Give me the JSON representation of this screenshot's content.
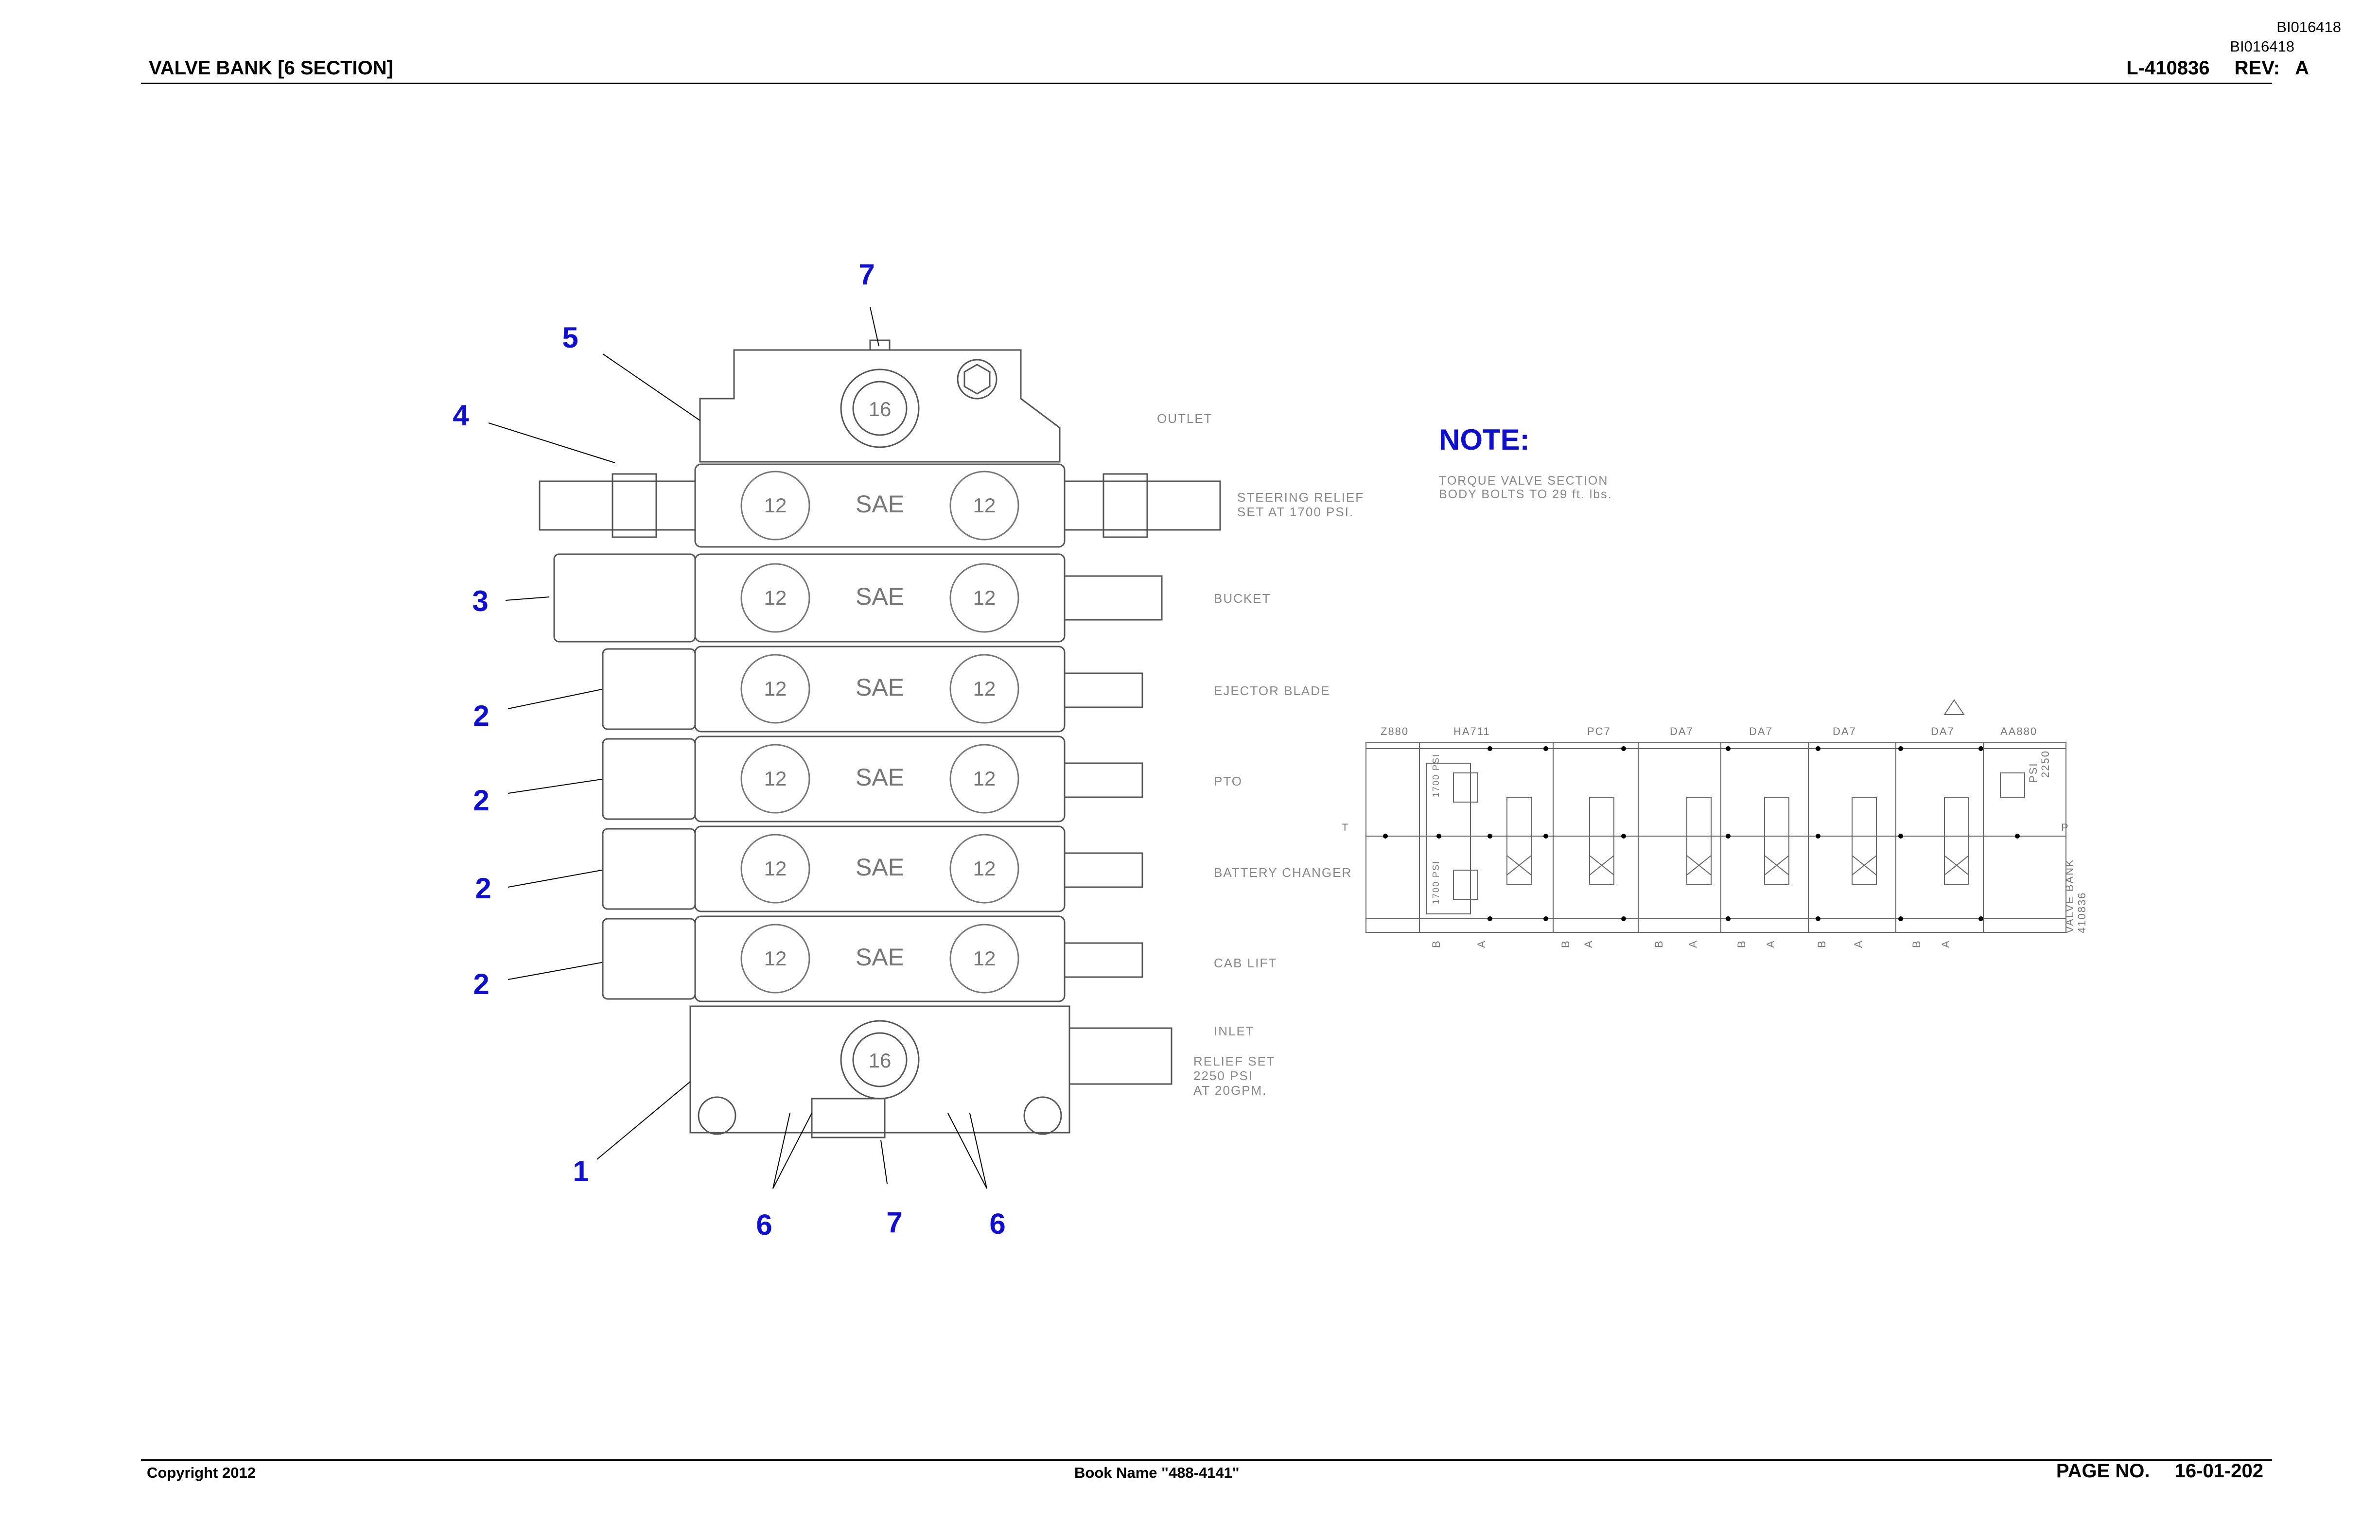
{
  "header": {
    "title": "VALVE BANK [6 SECTION]",
    "part_no": "L-410836",
    "rev_label": "REV:",
    "rev_value": "A",
    "doc_id_top": "BI016418",
    "doc_id_sub": "BI016418"
  },
  "footer": {
    "copyright": "Copyright 2012",
    "book_name": "Book Name \"488-4141\"",
    "page_label": "PAGE NO.",
    "page_value": "16-01-202"
  },
  "note": {
    "title": "NOTE:",
    "line1": "TORQUE VALVE SECTION",
    "line2": "BODY BOLTS TO 29 ft. lbs."
  },
  "callouts": {
    "c7_top": "7",
    "c5": "5",
    "c4": "4",
    "c3": "3",
    "c2_a": "2",
    "c2_b": "2",
    "c2_c": "2",
    "c2_d": "2",
    "c1": "1",
    "c6_left": "6",
    "c7_bottom": "7",
    "c6_right": "6"
  },
  "port_labels": {
    "outlet": "OUTLET",
    "steering_1": "STEERING RELIEF",
    "steering_2": "SET AT 1700 PSI.",
    "bucket": "BUCKET",
    "ejector": "EJECTOR BLADE",
    "pto": "PTO",
    "battery": "BATTERY CHANGER",
    "cab": "CAB LIFT",
    "inlet": "INLET",
    "relief_1": "RELIEF SET",
    "relief_2": "2250 PSI",
    "relief_3": "AT 20GPM."
  },
  "body_marks": {
    "end_port": "16",
    "section_port": "12",
    "sae": "SAE"
  },
  "schematic": {
    "headers": [
      "Z880",
      "HA711",
      "PC7",
      "DA7",
      "DA7",
      "DA7",
      "DA7",
      "AA880"
    ],
    "psi_label": "PSI",
    "psi_value": "2250",
    "t_port": "T",
    "p_port": "P",
    "ab_labels": [
      "B",
      "A",
      "B",
      "A",
      "B",
      "A",
      "B",
      "A",
      "B",
      "A",
      "B",
      "A"
    ],
    "bank_label": "VALVE BANK",
    "bank_no": "410836",
    "relief_tag_1": "1700 PSI",
    "relief_tag_2": "1700 PSI"
  },
  "colors": {
    "callout": "#1010cc",
    "line": "#000000",
    "faint": "#888888"
  }
}
